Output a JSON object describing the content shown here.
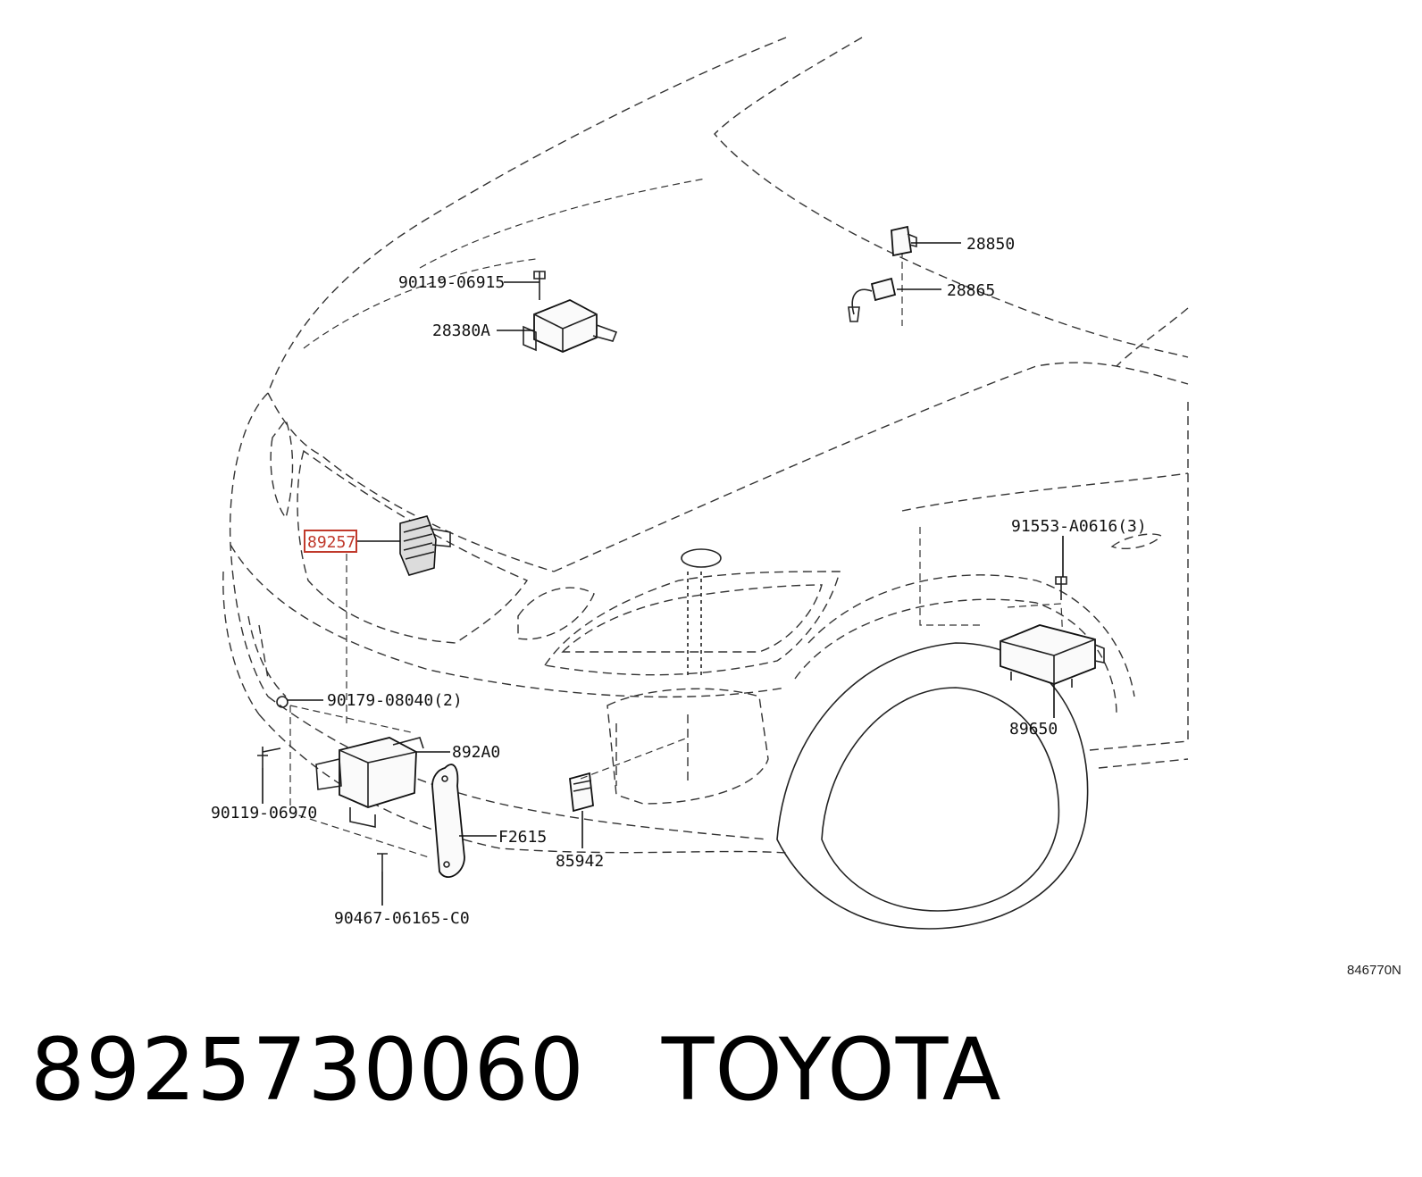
{
  "diagram": {
    "parts": [
      {
        "id": "p1",
        "label": "90119-06915"
      },
      {
        "id": "p2",
        "label": "28380A"
      },
      {
        "id": "p3",
        "label": "28850"
      },
      {
        "id": "p4",
        "label": "28865"
      },
      {
        "id": "p5",
        "label": "89257",
        "highlighted": true
      },
      {
        "id": "p6",
        "label": "91553-A0616(3)"
      },
      {
        "id": "p7",
        "label": "90179-08040(2)"
      },
      {
        "id": "p8",
        "label": "892A0"
      },
      {
        "id": "p9",
        "label": "89650"
      },
      {
        "id": "p10",
        "label": "90119-06970"
      },
      {
        "id": "p11",
        "label": "F2615"
      },
      {
        "id": "p12",
        "label": "85942"
      },
      {
        "id": "p13",
        "label": "90467-06165-C0"
      }
    ],
    "reference_code": "846770N",
    "highlight_color": "#c0392b"
  },
  "caption": {
    "part_number": "8925730060",
    "brand": "TOYOTA"
  }
}
